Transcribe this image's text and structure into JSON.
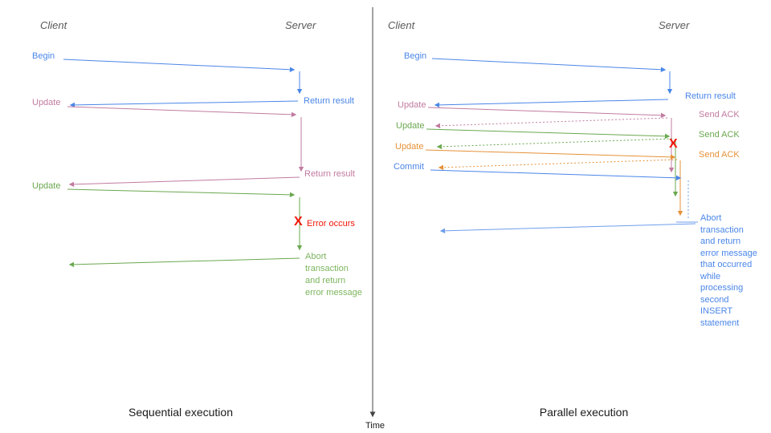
{
  "diagram": {
    "time_axis_label": "Time",
    "colors": {
      "blue": "#4a86e8",
      "light_blue": "#6d9eeb",
      "pink": "#c27ba0",
      "green": "#6aa84f",
      "orange": "#e69138",
      "red": "#ef1607",
      "header_gray": "#595959",
      "axis_gray": "#444444"
    }
  },
  "left": {
    "title": "Sequential execution",
    "client_label": "Client",
    "server_label": "Server",
    "messages": {
      "begin": "Begin",
      "return_result_1": "Return result",
      "update_1": "Update",
      "return_result_2": "Return result",
      "update_2": "Update",
      "error_marker": "X",
      "error_label": "Error occurs",
      "abort_label": "Abort\ntransaction\nand return\nerror message"
    }
  },
  "right": {
    "title": "Parallel execution",
    "client_label": "Client",
    "server_label": "Server",
    "messages": {
      "begin": "Begin",
      "return_result": "Return result",
      "update_1": "Update",
      "send_ack_1": "Send ACK",
      "update_2": "Update",
      "send_ack_2": "Send ACK",
      "update_3": "Update",
      "send_ack_3": "Send ACK",
      "commit": "Commit",
      "error_marker": "X",
      "abort_label": "Abort\ntransaction\nand return\nerror message\nthat occurred\nwhile\nprocessing\nsecond\nINSERT\nstatement"
    }
  }
}
